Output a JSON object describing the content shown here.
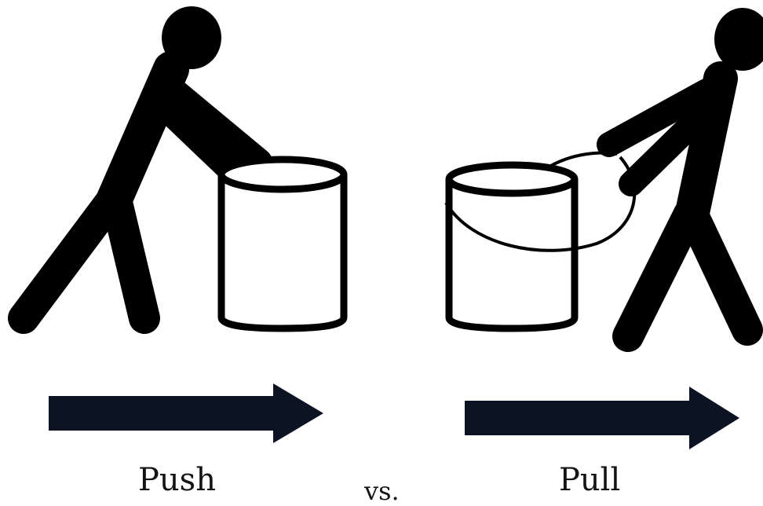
{
  "labels": {
    "push": "Push",
    "versus": "vs.",
    "pull": "Pull"
  },
  "colors": {
    "ink": "#000000",
    "arrow": "#0c1424",
    "background": "#ffffff"
  },
  "icons": {
    "left_figure": "person-pushing-icon",
    "left_object": "bucket-icon",
    "right_figure": "person-pulling-icon",
    "right_object": "bucket-with-handle-icon",
    "arrows": "right-arrow-icon"
  }
}
